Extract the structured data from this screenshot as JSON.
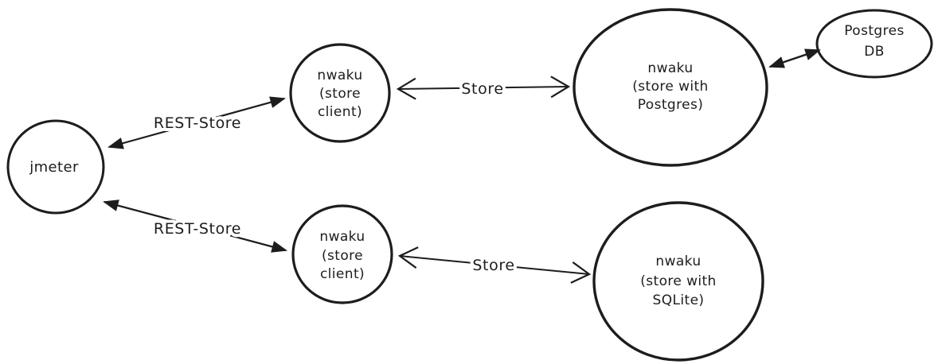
{
  "colors": {
    "stroke": "#1d1d1d",
    "background": "#ffffff"
  },
  "nodes": [
    {
      "id": "jmeter",
      "lines": [
        "jmeter"
      ]
    },
    {
      "id": "nwaku-store-client-top",
      "lines": [
        "nwaku",
        "(store",
        "client)"
      ]
    },
    {
      "id": "nwaku-store-postgres",
      "lines": [
        "nwaku",
        "(store with",
        "Postgres)"
      ]
    },
    {
      "id": "postgres-db",
      "lines": [
        "Postgres",
        "DB"
      ]
    },
    {
      "id": "nwaku-store-client-bottom",
      "lines": [
        "nwaku",
        "(store",
        "client)"
      ]
    },
    {
      "id": "nwaku-store-sqlite",
      "lines": [
        "nwaku",
        "(store with",
        "SQLite)"
      ]
    }
  ],
  "edges": [
    {
      "id": "rest-store-top",
      "label": "REST-Store",
      "from": "jmeter",
      "to": "nwaku-store-client-top",
      "bidirectional": true
    },
    {
      "id": "store-top",
      "label": "Store",
      "from": "nwaku-store-client-top",
      "to": "nwaku-store-postgres",
      "bidirectional": true
    },
    {
      "id": "postgres-db-link",
      "label": "",
      "from": "nwaku-store-postgres",
      "to": "postgres-db",
      "bidirectional": true
    },
    {
      "id": "rest-store-bottom",
      "label": "REST-Store",
      "from": "jmeter",
      "to": "nwaku-store-client-bottom",
      "bidirectional": true
    },
    {
      "id": "store-bottom",
      "label": "Store",
      "from": "nwaku-store-client-bottom",
      "to": "nwaku-store-sqlite",
      "bidirectional": true
    }
  ]
}
